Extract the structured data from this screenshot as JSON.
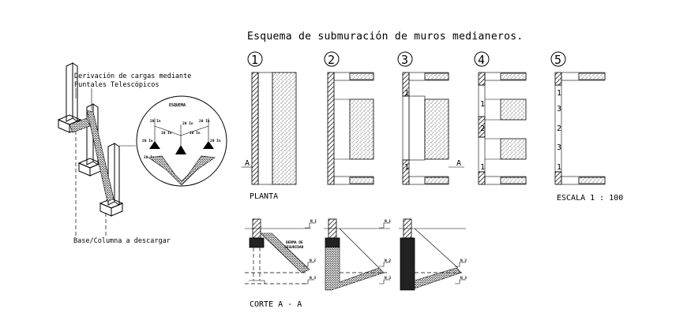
{
  "title": "Esquema de submuración de muros medianeros.",
  "stages": [
    "1",
    "2",
    "3",
    "4",
    "5"
  ],
  "plan_label": "PLANTA",
  "scale_label": "ESCALA 1 : 100",
  "section_label": "CORTE A - A",
  "section_marker": "A",
  "left_panel": {
    "note_top_line1": "Derivación de cargas mediante",
    "note_top_line2": "Puntales Telescópicos",
    "note_bottom": "Base/Columna a descargar",
    "detail_title": "ESQUEMA",
    "detail_dims": [
      "20 In",
      "20 In",
      "20 In",
      "20 In",
      "20 In",
      "20 In",
      "10 In",
      "10 In"
    ]
  },
  "stage4_labels": [
    "1",
    "2",
    "1"
  ],
  "stage5_labels": [
    "1",
    "3",
    "2",
    "3",
    "1"
  ],
  "section_levels": [
    "N_1",
    "N_2",
    "N_3"
  ],
  "berm_label_line1": "BERMA DE",
  "berm_label_line2": "SEGURIDAD",
  "colors": {
    "ink": "#000000",
    "background": "#ffffff"
  }
}
